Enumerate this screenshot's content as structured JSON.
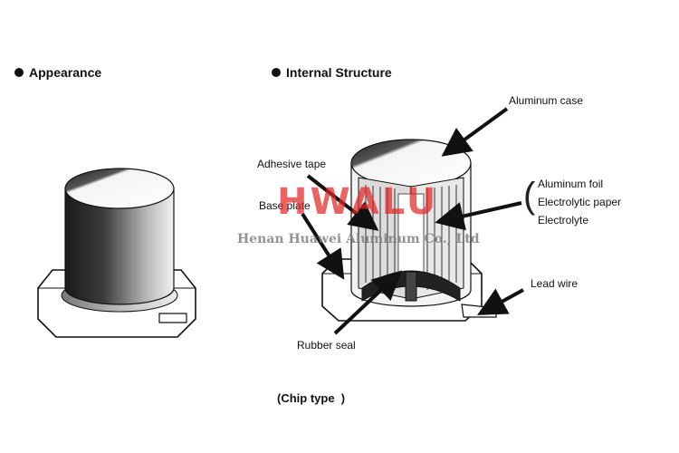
{
  "headings": {
    "appearance": "Appearance",
    "internal_structure": "Internal Structure"
  },
  "labels": {
    "aluminum_case": "Aluminum case",
    "adhesive_tape": "Adhesive tape",
    "base_plate": "Base plate",
    "aluminum_foil": "Aluminum foil",
    "electrolytic_paper": "Electrolytic paper",
    "electrolyte": "Electrolyte",
    "lead_wire": "Lead wire",
    "rubber_seal": "Rubber seal"
  },
  "caption": "(Chip type  )",
  "watermark": {
    "brand": "HWALU",
    "company": "Henan Huawei Aluminum Co., Ltd"
  },
  "icons": [
    "bullet-icon",
    "brace-icon",
    "arrow-icon"
  ],
  "colors": {
    "ink": "#111111",
    "watermark_red": "#e22828",
    "watermark_gray": "#787878"
  }
}
